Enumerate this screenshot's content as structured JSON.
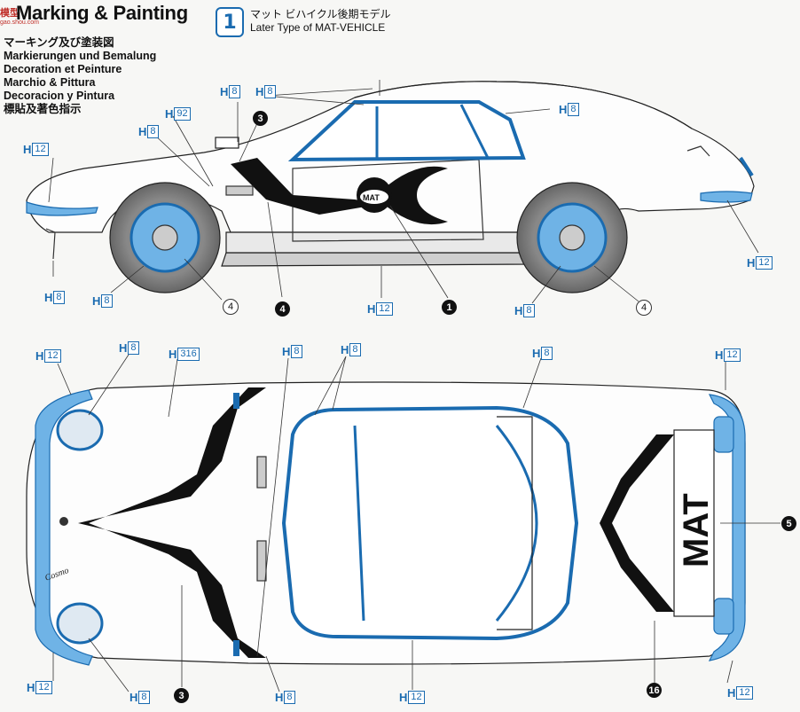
{
  "header": {
    "title": "Marking & Painting",
    "subtitles": [
      "マーキング及び塗装図",
      "Markierungen und Bemalung",
      "Decoration et Peinture",
      "Marchio & Pittura",
      "Decoracion y Pintura",
      "標貼及著色指示"
    ],
    "badge_number": "1",
    "variant_jp": "マット ビハイクル後期モデル",
    "variant_en": "Later Type of MAT-VEHICLE"
  },
  "watermark": {
    "mark": "模型",
    "url": "gao.shou.com"
  },
  "side_view": {
    "callouts": [
      {
        "code": "H",
        "num": "8"
      },
      {
        "code": "H",
        "num": "8"
      },
      {
        "code": "H",
        "num": "8"
      },
      {
        "code": "H",
        "num": "92"
      },
      {
        "code": "H",
        "num": "8"
      },
      {
        "code": "H",
        "num": "12"
      },
      {
        "code": "H",
        "num": "8"
      },
      {
        "code": "H",
        "num": "8"
      },
      {
        "code": "H",
        "num": "12"
      },
      {
        "code": "H",
        "num": "8"
      },
      {
        "code": "H",
        "num": "12"
      }
    ],
    "markers": [
      "3",
      "4",
      "1",
      "4",
      "4"
    ],
    "door_text": "MAT"
  },
  "top_view": {
    "callouts": [
      {
        "code": "H",
        "num": "12"
      },
      {
        "code": "H",
        "num": "8"
      },
      {
        "code": "H",
        "num": "316"
      },
      {
        "code": "H",
        "num": "8"
      },
      {
        "code": "H",
        "num": "8"
      },
      {
        "code": "H",
        "num": "8"
      },
      {
        "code": "H",
        "num": "12"
      },
      {
        "code": "H",
        "num": "12"
      },
      {
        "code": "H",
        "num": "8"
      },
      {
        "code": "H",
        "num": "8"
      },
      {
        "code": "H",
        "num": "12"
      },
      {
        "code": "H",
        "num": "12"
      }
    ],
    "markers": [
      "5",
      "3",
      "16"
    ],
    "trunk_text": "MAT",
    "hood_script": "Cosmo"
  },
  "colors": {
    "accent": "#1a6bb0",
    "paint_blue": "#6fb3e6",
    "black": "#111111"
  }
}
